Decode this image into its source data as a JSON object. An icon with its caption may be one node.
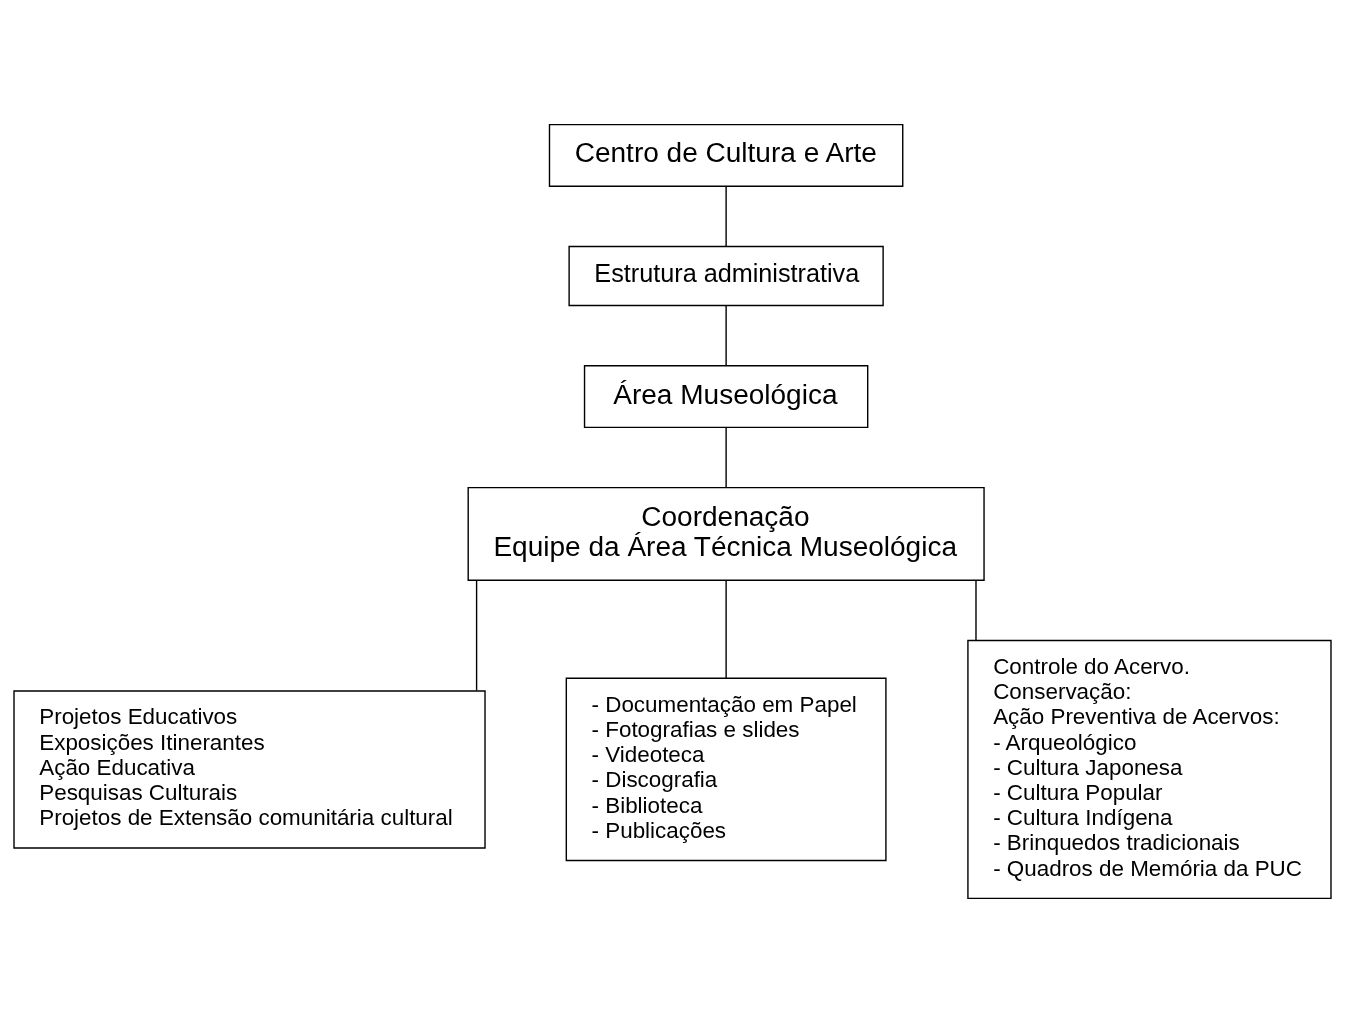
{
  "diagram": {
    "nodes": [
      {
        "text": [
          "Centro de Cultura e Arte"
        ]
      },
      {
        "text": [
          "Estrutura administrativa"
        ]
      },
      {
        "text": [
          "Área Museológica"
        ]
      },
      {
        "text": [
          "Coordenação",
          "Equipe da Área Técnica Museológica"
        ]
      },
      {
        "text": [
          "Projetos Educativos",
          "Exposições Itinerantes",
          "Ação Educativa",
          "Pesquisas Culturais",
          "Projetos de Extensão comunitária cultural"
        ]
      },
      {
        "text": [
          "- Documentação em Papel",
          "- Fotografias e slides",
          "- Videoteca",
          "- Discografia",
          "- Biblioteca",
          "- Publicações"
        ]
      },
      {
        "text": [
          "Controle do Acervo.",
          "Conservação:",
          "Ação Preventiva de Acervos:",
          "- Arqueológico",
          "- Cultura Japonesa",
          "- Cultura Popular",
          "- Cultura Indígena",
          "- Brinquedos tradicionais",
          "- Quadros de Memória da PUC"
        ]
      }
    ],
    "edges": [
      {
        "from": 0,
        "to": 1,
        "arrow": "none"
      },
      {
        "from": 1,
        "to": 2,
        "arrow": "none"
      },
      {
        "from": 2,
        "to": 3,
        "arrow": "none"
      },
      {
        "from": 3,
        "to": 4,
        "arrow": "none"
      },
      {
        "from": 3,
        "to": 5,
        "arrow": "none"
      },
      {
        "from": 3,
        "to": 6,
        "arrow": "none"
      }
    ]
  }
}
